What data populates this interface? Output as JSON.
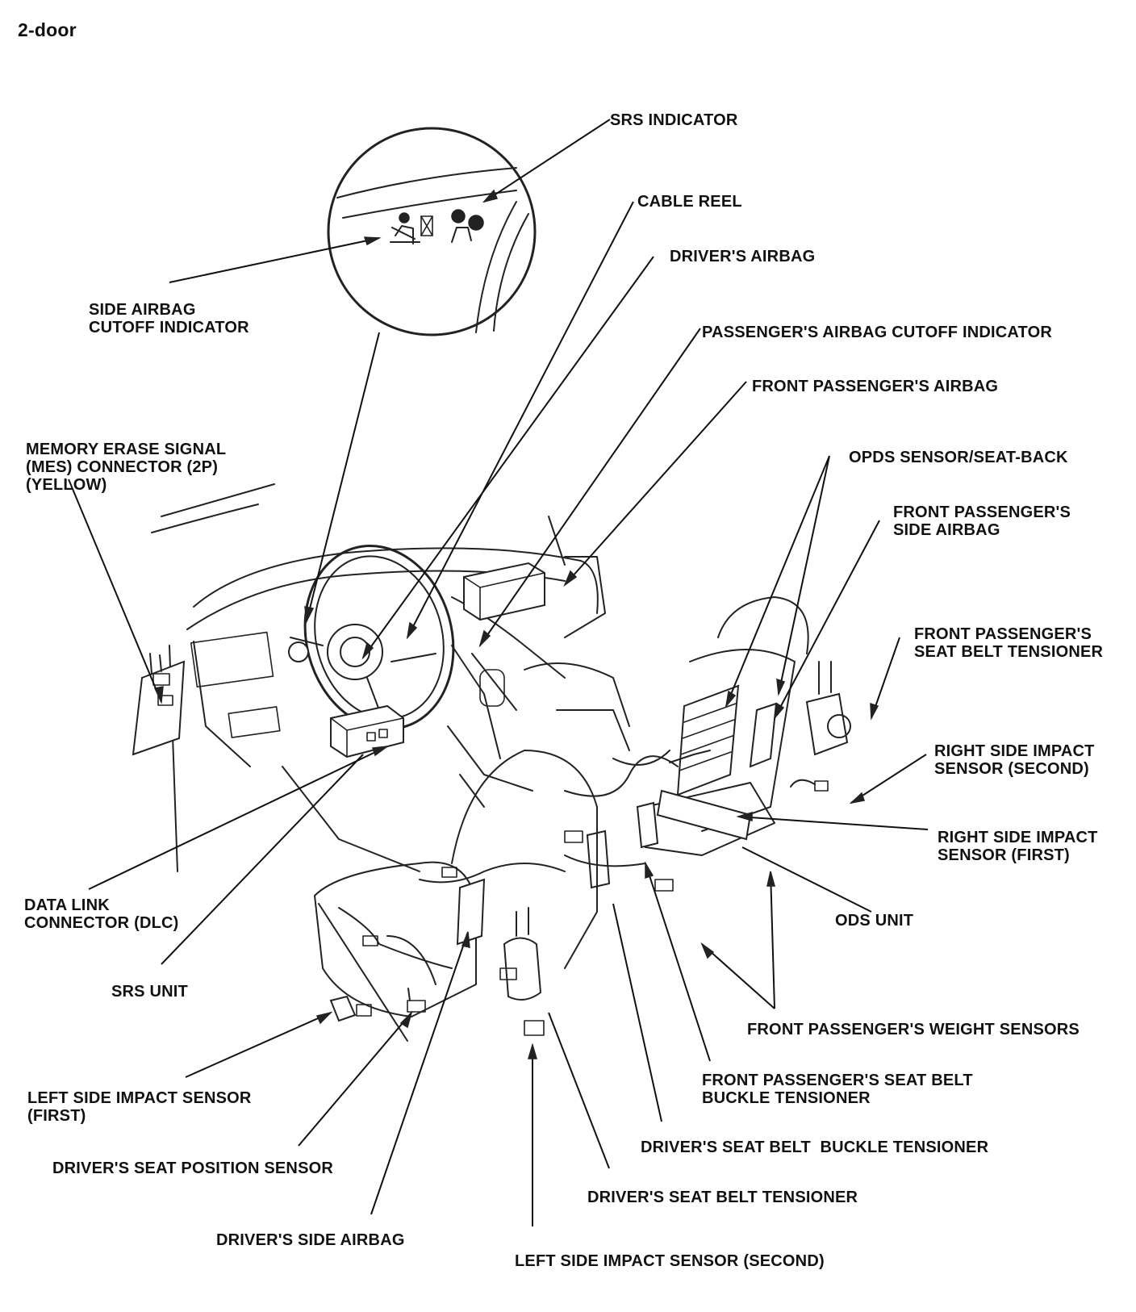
{
  "title": "2-door",
  "labels": {
    "srs_indicator": "SRS INDICATOR",
    "cable_reel": "CABLE REEL",
    "drivers_airbag": "DRIVER'S AIRBAG",
    "side_airbag_cutoff_indicator": "SIDE AIRBAG\nCUTOFF INDICATOR",
    "passengers_airbag_cutoff_indicator": "PASSENGER'S AIRBAG CUTOFF INDICATOR",
    "front_passengers_airbag": "FRONT PASSENGER'S AIRBAG",
    "mes_connector": "MEMORY ERASE SIGNAL\n(MES) CONNECTOR (2P)\n(YELLOW)",
    "opds_sensor": "OPDS SENSOR/SEAT-BACK",
    "front_passengers_side_airbag": "FRONT PASSENGER'S\nSIDE AIRBAG",
    "front_passengers_seat_belt_tensioner": "FRONT PASSENGER'S\nSEAT BELT TENSIONER",
    "right_side_impact_sensor_second": "RIGHT SIDE IMPACT\nSENSOR (SECOND)",
    "right_side_impact_sensor_first": "RIGHT SIDE IMPACT\nSENSOR (FIRST)",
    "ods_unit": "ODS UNIT",
    "data_link_connector": "DATA LINK\nCONNECTOR (DLC)",
    "srs_unit": "SRS UNIT",
    "front_passengers_weight_sensors": "FRONT PASSENGER'S WEIGHT SENSORS",
    "front_passengers_buckle_tensioner": "FRONT PASSENGER'S SEAT BELT\nBUCKLE TENSIONER",
    "left_side_impact_sensor_first": "LEFT SIDE IMPACT SENSOR\n(FIRST)",
    "drivers_seat_position_sensor": "DRIVER'S SEAT POSITION SENSOR",
    "drivers_buckle_tensioner": "DRIVER'S SEAT BELT  BUCKLE TENSIONER",
    "drivers_seat_belt_tensioner": "DRIVER'S SEAT BELT TENSIONER",
    "drivers_side_airbag": "DRIVER'S SIDE AIRBAG",
    "left_side_impact_sensor_second": "LEFT SIDE IMPACT SENSOR (SECOND)"
  }
}
